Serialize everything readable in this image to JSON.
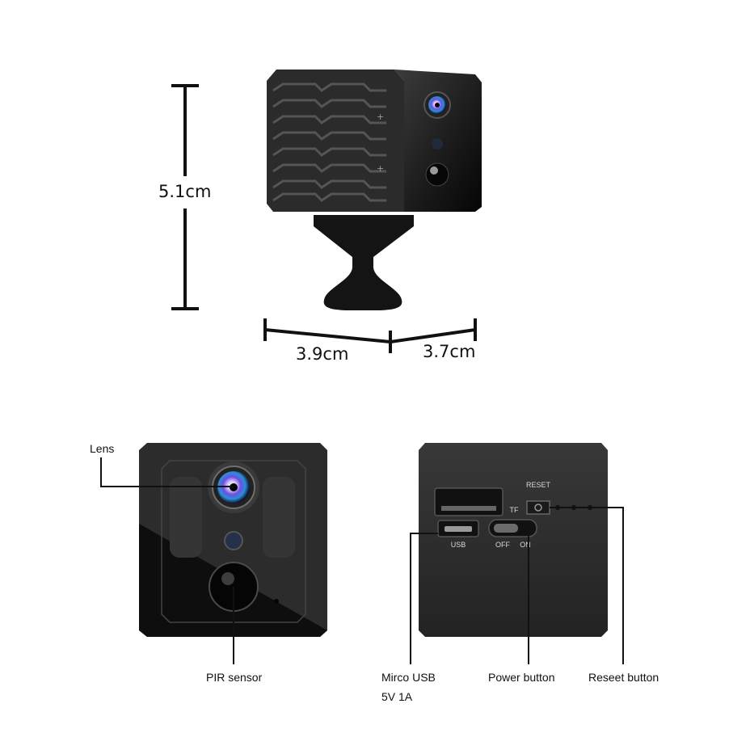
{
  "dimensions": {
    "height": "5.1cm",
    "width": "3.9cm",
    "depth": "3.7cm"
  },
  "callouts": {
    "lens": "Lens",
    "pir_sensor": "PIR sensor",
    "micro_usb_line1": "Mirco USB",
    "micro_usb_line2": "5V 1A",
    "power_button": "Power button",
    "reset_button": "Reseet button"
  },
  "device_labels": {
    "reset": "RESET",
    "tf": "TF",
    "usb": "USB",
    "off": "OFF",
    "on": "ON"
  },
  "colors": {
    "body": "#2a2a2a",
    "body_dark": "#121212",
    "line": "#111111",
    "lens_ring": "#6e6e6e"
  }
}
